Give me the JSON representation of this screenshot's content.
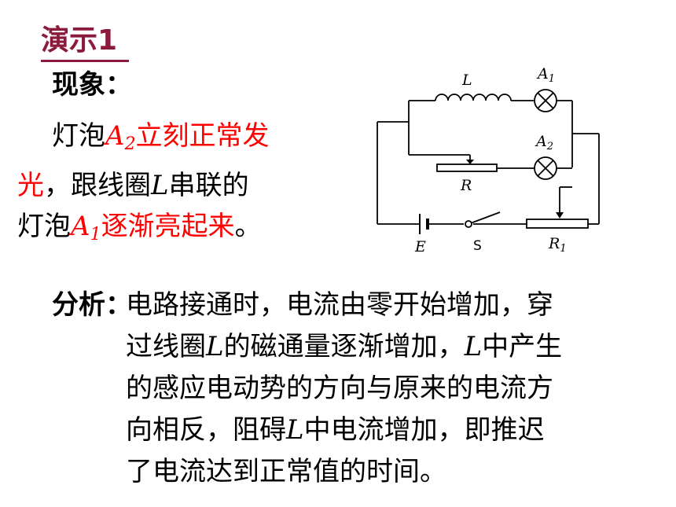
{
  "slide": {
    "title": "演示1",
    "heading": "现象：",
    "observation": {
      "p1": "灯泡",
      "lamp_a2": "A",
      "lamp_a2_sub": "2",
      "p2": "立刻正常发",
      "p3": "光",
      "p4": "，跟线圈",
      "coil": "L",
      "p5": "串联的",
      "p6": "灯泡",
      "lamp_a1": "A",
      "lamp_a1_sub": "1",
      "p7": "逐渐亮起来",
      "p8": "。"
    },
    "analysis": {
      "label": "分析：",
      "line1": "电路接通时，电流由零开始增加，穿",
      "line2_a": "过线圈",
      "line2_L1": "L",
      "line2_b": "的磁通量逐渐增加，",
      "line2_L2": "L",
      "line2_c": "中产生",
      "line3": "的感应电动势的方向与原来的电流方",
      "line4_a": "向相反，阻碍",
      "line4_L": "L",
      "line4_b": "中电流增加，即推迟",
      "line5": "了电流达到正常值的时间。"
    }
  },
  "circuit": {
    "label_L": "L",
    "label_A1": "A",
    "label_A1_sub": "1",
    "label_A2": "A",
    "label_A2_sub": "2",
    "label_R": "R",
    "label_R1": "R",
    "label_R1_sub": "1",
    "label_E": "E",
    "label_S": "S"
  },
  "colors": {
    "title": "#8b1a3c",
    "highlight": "#ff0000",
    "text": "#000000"
  }
}
